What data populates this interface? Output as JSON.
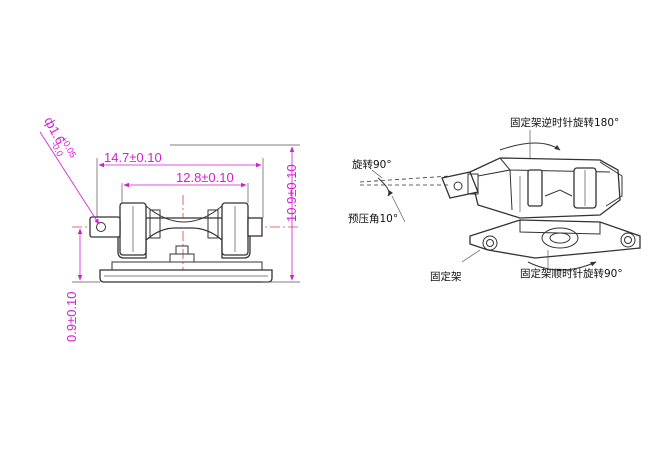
{
  "front_view": {
    "dim_diameter": "ф1.6",
    "dim_diameter_tol_upper": "+0.05",
    "dim_diameter_tol_lower": "-0.0",
    "dim_width_outer": "14.7±0.10",
    "dim_width_inner": "12.8±0.10",
    "dim_height": "10.9±0.10",
    "dim_base": "0.9±0.10"
  },
  "iso_view": {
    "label_rotate_ccw_180": "固定架逆时针旋转180°",
    "label_rotate_90": "旋转90°",
    "label_preload_angle": "预压角10°",
    "label_bracket": "固定架",
    "label_rotate_cw_90": "固定架顺时针旋转90°"
  },
  "colors": {
    "dimension": "#d81ad8",
    "centerline": "#e04040",
    "outline": "#333333"
  }
}
